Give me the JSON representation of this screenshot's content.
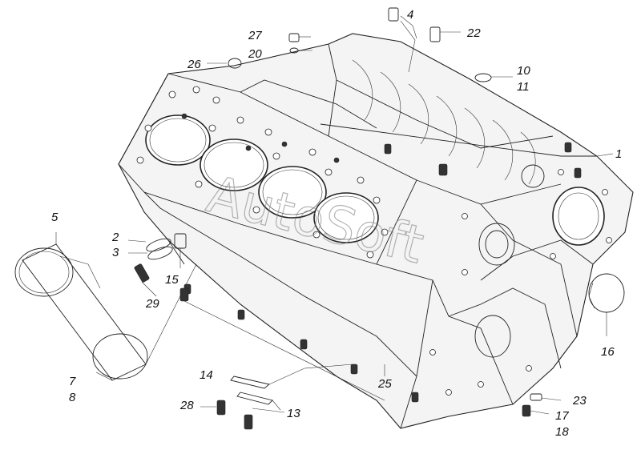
{
  "diagram": {
    "watermark": "AutoSoft",
    "callouts": [
      "1",
      "2",
      "3",
      "4",
      "5",
      "7",
      "8",
      "10",
      "11",
      "13",
      "14",
      "15",
      "16",
      "17",
      "18",
      "20",
      "22",
      "23",
      "25",
      "26",
      "27",
      "28",
      "29"
    ]
  }
}
